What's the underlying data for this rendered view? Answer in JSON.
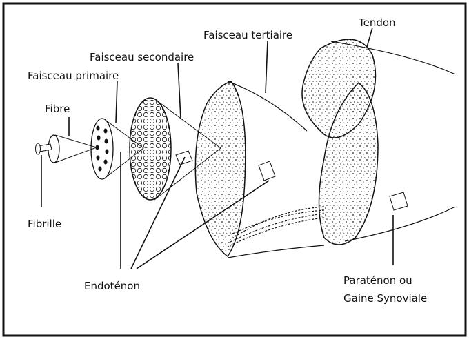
{
  "labels": {
    "tendon": "Tendon",
    "faisceau_tertiaire": "Faisceau tertiaire",
    "faisceau_secondaire": "Faisceau secondaire",
    "faisceau_primaire": "Faisceau primaire",
    "fibre": "Fibre",
    "fibrille": "Fibrille",
    "endotenon": "Endoténon",
    "paratenon_line1": "Paraténon ou",
    "paratenon_line2": "Gaine Synoviale"
  },
  "colors": {
    "ink": "#111111",
    "paper": "#ffffff"
  }
}
